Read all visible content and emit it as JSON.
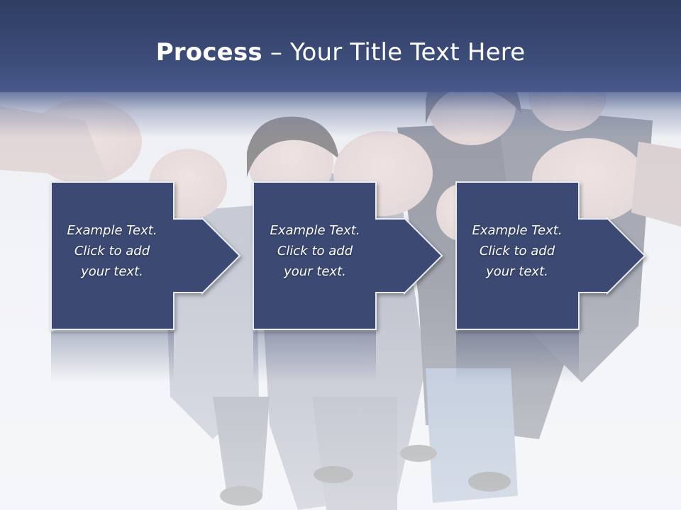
{
  "title": {
    "bold": "Process",
    "rest": " – Your Title Text Here"
  },
  "steps": [
    {
      "text": "Example Text.\nClick  to add\nyour text."
    },
    {
      "text": "Example Text.\nClick  to add\nyour text."
    },
    {
      "text": "Example Text.\nClick  to add\nyour text."
    }
  ],
  "colors": {
    "header": "#3a4a75",
    "box": "#3b4a73",
    "box_border": "#2a3557",
    "text": "#ffffff"
  }
}
